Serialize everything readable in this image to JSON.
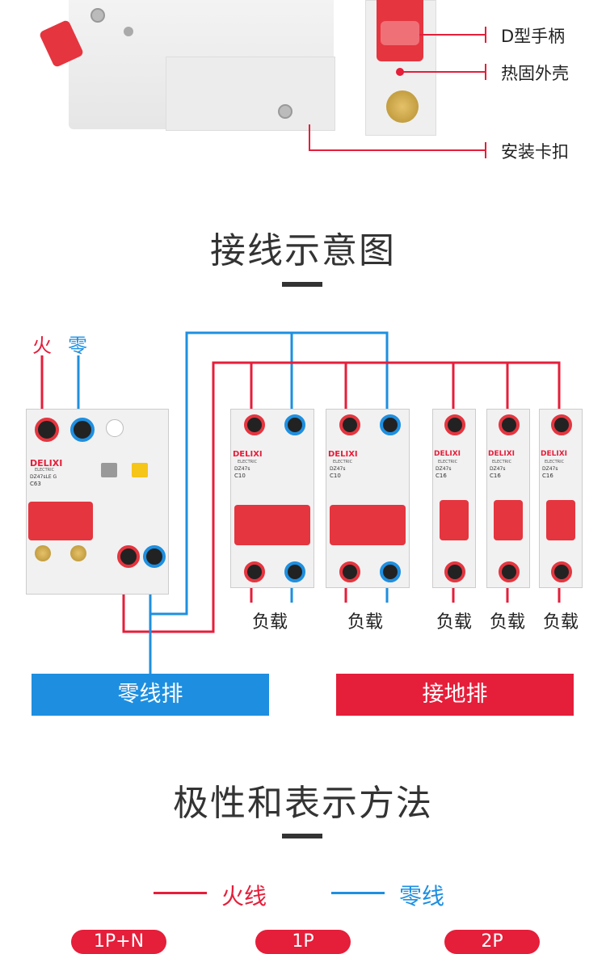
{
  "colors": {
    "live": "#e51e3a",
    "neutral": "#1e8fe0",
    "dark": "#333333"
  },
  "callouts": [
    "D型手柄",
    "热固外壳",
    "安装卡扣"
  ],
  "wiring": {
    "title": "接线示意图",
    "fire_label": "火",
    "zero_label": "零",
    "rcbo": {
      "brand": "DELIXI",
      "sub": "ELECTRIC",
      "model": "DZ47sLE G",
      "rating": "C63"
    },
    "breakers": [
      {
        "brand": "DELIXI",
        "sub": "ELECTRIC",
        "model": "DZ47s",
        "rating": "C10"
      },
      {
        "brand": "DELIXI",
        "sub": "ELECTRIC",
        "model": "DZ47s",
        "rating": "C10"
      },
      {
        "brand": "DELIXI",
        "sub": "ELECTRIC",
        "model": "DZ47s",
        "rating": "C16"
      },
      {
        "brand": "DELIXI",
        "sub": "ELECTRIC",
        "model": "DZ47s",
        "rating": "C16"
      },
      {
        "brand": "DELIXI",
        "sub": "ELECTRIC",
        "model": "DZ47s",
        "rating": "C16"
      }
    ],
    "load_labels": [
      "负载",
      "负载",
      "负载",
      "负载",
      "负载"
    ],
    "neutral_bus": "零线排",
    "ground_bus": "接地排"
  },
  "polarity": {
    "title": "极性和表示方法",
    "legend_live": "火线",
    "legend_neutral": "零线",
    "pills": [
      "1P+N",
      "1P",
      "2P"
    ]
  }
}
